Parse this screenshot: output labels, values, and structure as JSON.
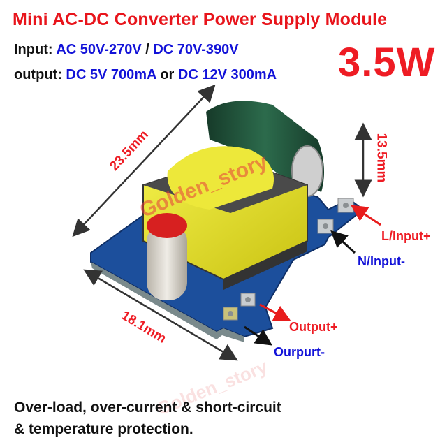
{
  "header": {
    "title": "Mini AC-DC Converter Power Supply Module",
    "input_label": "Input:",
    "input_ac": "AC 50V-270V",
    "input_sep": "/",
    "input_dc": "DC 70V-390V",
    "output_label": "output:",
    "output_5v": "DC 5V 700mA",
    "output_or": "or",
    "output_12v": "DC 12V 300mA",
    "power": "3.5W"
  },
  "dimensions": {
    "length": "23.5mm",
    "width": "18.1mm",
    "height": "13.5mm"
  },
  "pins": {
    "l_prefix": "L",
    "l_suffix": "/Input+",
    "n_prefix": "N",
    "n_suffix": "/Input-",
    "output_plus": "Output+",
    "output_minus": "Ourpurt-"
  },
  "footer": {
    "line1": "Over-load, over-current & short-circuit",
    "line2": "& temperature protection."
  },
  "watermark": "Golden_story",
  "colors": {
    "title_red": "#e8141b",
    "spec_blue": "#1212d8",
    "pcb_blue": "#1c4f9c",
    "transformer_yellow": "#e6e21a",
    "capacitor_green": "#1f4a36"
  }
}
